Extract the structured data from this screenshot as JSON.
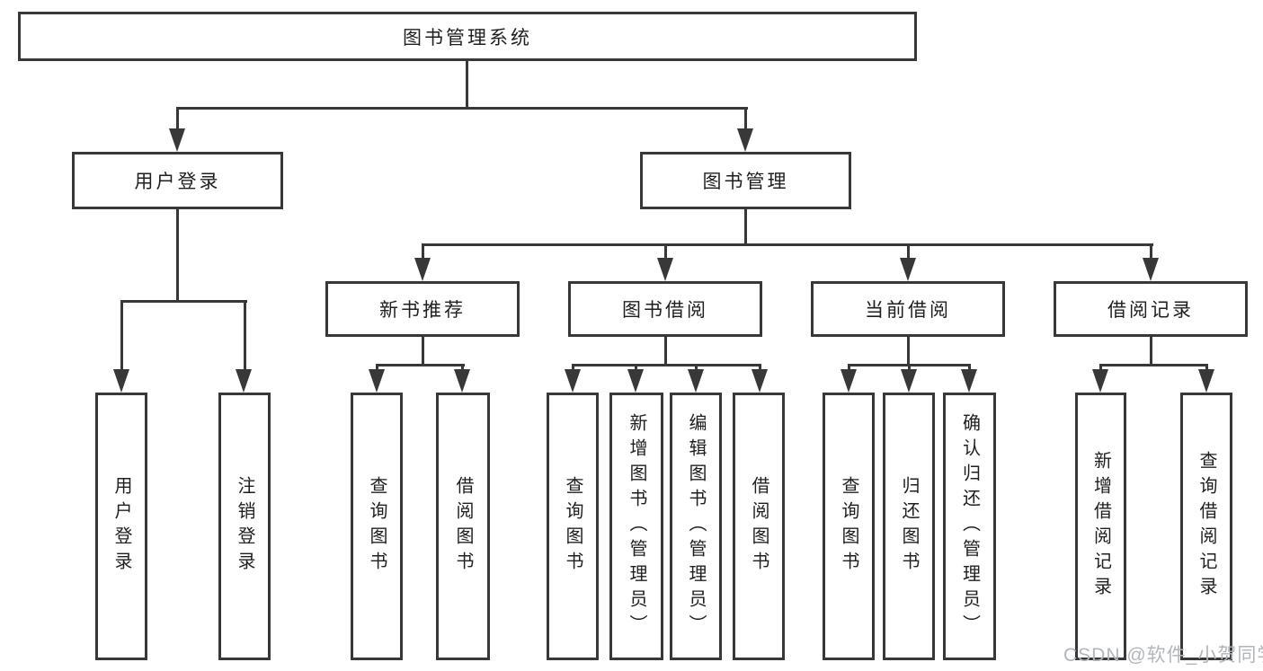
{
  "tree": {
    "root": "图书管理系统",
    "level1": [
      {
        "label": "用户登录"
      },
      {
        "label": "图书管理"
      }
    ],
    "level2": [
      {
        "label": "新书推荐"
      },
      {
        "label": "图书借阅"
      },
      {
        "label": "当前借阅"
      },
      {
        "label": "借阅记录"
      }
    ],
    "leaves": {
      "user_login": [
        "用户登录",
        "注销登录"
      ],
      "new_book": [
        "查询图书",
        "借阅图书"
      ],
      "book_borrow": [
        "查询图书",
        "新增图书（管理员）",
        "编辑图书（管理员）",
        "借阅图书"
      ],
      "current_borrow": [
        "查询图书",
        "归还图书",
        "确认归还（管理员）"
      ],
      "borrow_record": [
        "新增借阅记录",
        "查询借阅记录"
      ]
    }
  },
  "watermark": {
    "text": "CSDN @软件_小贺同学"
  },
  "colors": {
    "line": "#383838",
    "text": "#1f1f1f",
    "watermark": "#b2b6ba",
    "background": "#ffffff",
    "box_fill": "#ffffff"
  }
}
